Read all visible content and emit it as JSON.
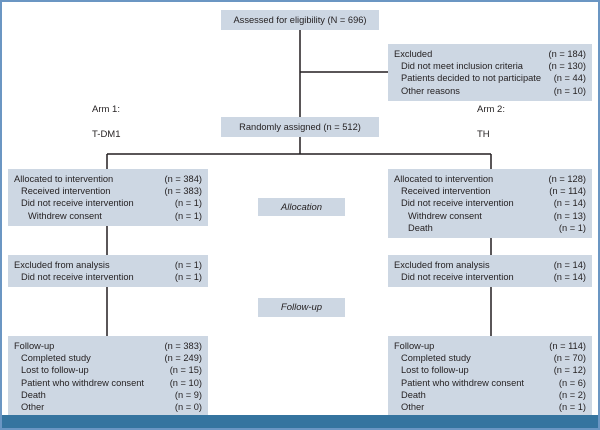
{
  "colors": {
    "box_fill": "#cdd7e3",
    "line": "#231f20",
    "frame_border": "#6b96c3",
    "bottom_bar": "#35749f"
  },
  "flow": {
    "assessed": {
      "text": "Assessed for eligibility (N = 696)"
    },
    "excluded": {
      "rows": [
        {
          "label": "Excluded",
          "value": "(n = 184)",
          "indent": 0
        },
        {
          "label": "Did not meet inclusion criteria",
          "value": "(n = 130)",
          "indent": 1
        },
        {
          "label": "Patients decided to not participate",
          "value": "(n = 44)",
          "indent": 1
        },
        {
          "label": "Other reasons",
          "value": "(n = 10)",
          "indent": 1
        }
      ]
    },
    "randomized": {
      "text": "Randomly assigned (n = 512)"
    },
    "arm1": {
      "name": "Arm 1:",
      "treatment": "T-DM1"
    },
    "arm2": {
      "name": "Arm 2:",
      "treatment": "TH"
    },
    "stages": {
      "allocation": "Allocation",
      "followup": "Follow-up"
    },
    "arm1_allocation": {
      "rows": [
        {
          "label": "Allocated to intervention",
          "value": "(n = 384)",
          "indent": 0
        },
        {
          "label": "Received intervention",
          "value": "(n = 383)",
          "indent": 1
        },
        {
          "label": "Did not receive intervention",
          "value": "(n = 1)",
          "indent": 1
        },
        {
          "label": "Withdrew consent",
          "value": "(n = 1)",
          "indent": 2
        }
      ]
    },
    "arm2_allocation": {
      "rows": [
        {
          "label": "Allocated to intervention",
          "value": "(n = 128)",
          "indent": 0
        },
        {
          "label": "Received intervention",
          "value": "(n = 114)",
          "indent": 1
        },
        {
          "label": "Did not receive intervention",
          "value": "(n = 14)",
          "indent": 1
        },
        {
          "label": "Withdrew consent",
          "value": "(n = 13)",
          "indent": 2
        },
        {
          "label": "Death",
          "value": "(n = 1)",
          "indent": 2
        }
      ]
    },
    "arm1_excluded_analysis": {
      "rows": [
        {
          "label": "Excluded from analysis",
          "value": "(n = 1)",
          "indent": 0
        },
        {
          "label": "Did not receive intervention",
          "value": "(n = 1)",
          "indent": 1
        }
      ]
    },
    "arm2_excluded_analysis": {
      "rows": [
        {
          "label": "Excluded from analysis",
          "value": "(n = 14)",
          "indent": 0
        },
        {
          "label": "Did not receive intervention",
          "value": "(n = 14)",
          "indent": 1
        }
      ]
    },
    "arm1_followup": {
      "rows": [
        {
          "label": "Follow-up",
          "value": "(n = 383)",
          "indent": 0
        },
        {
          "label": "Completed study",
          "value": "(n = 249)",
          "indent": 1
        },
        {
          "label": "Lost to follow-up",
          "value": "(n = 15)",
          "indent": 1
        },
        {
          "label": "Patient who withdrew consent",
          "value": "(n = 10)",
          "indent": 1
        },
        {
          "label": "Death",
          "value": "(n = 9)",
          "indent": 1
        },
        {
          "label": "Other",
          "value": "(n = 0)",
          "indent": 1
        }
      ]
    },
    "arm2_followup": {
      "rows": [
        {
          "label": "Follow-up",
          "value": "(n = 114)",
          "indent": 0
        },
        {
          "label": "Completed study",
          "value": "(n = 70)",
          "indent": 1
        },
        {
          "label": "Lost to follow-up",
          "value": "(n = 12)",
          "indent": 1
        },
        {
          "label": "Patient who withdrew consent",
          "value": "(n = 6)",
          "indent": 1
        },
        {
          "label": "Death",
          "value": "(n = 2)",
          "indent": 1
        },
        {
          "label": "Other",
          "value": "(n = 1)",
          "indent": 1
        }
      ]
    }
  }
}
